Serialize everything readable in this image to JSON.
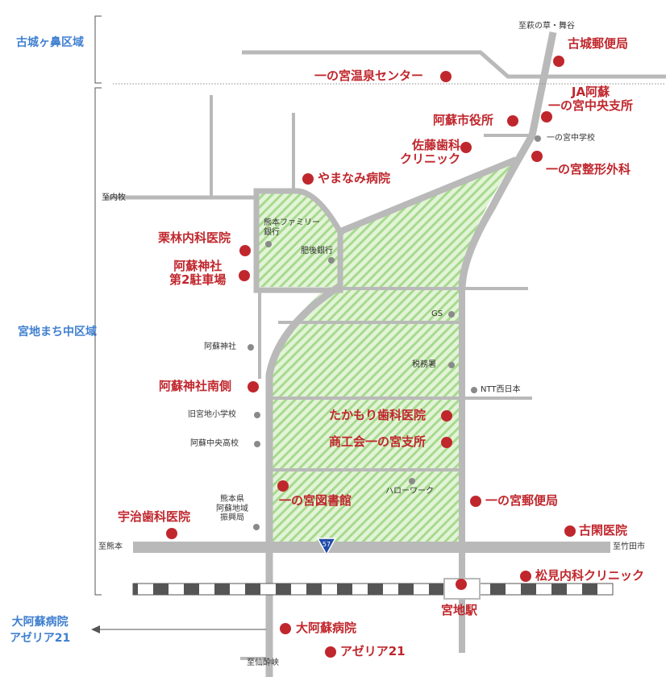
{
  "colors": {
    "road": "#b9b9b9",
    "zone_fill": "#e2f4d6",
    "zone_hatch": "#a8d990",
    "red_marker": "#c0272d",
    "gray_marker": "#8a8a8a",
    "area_label": "#3f7fd0",
    "route_badge": "#1f4ba8"
  },
  "areas": {
    "furujo": "古城ヶ鼻区域",
    "miyaji": "宮地まち中区域",
    "outside": "大阿蘇病院\nアゼリア21"
  },
  "roads": {
    "to_hagi": "至萩の草・舞谷",
    "to_uchimaki": "至内牧",
    "to_kumamoto": "至熊本",
    "to_taketa": "至竹田市",
    "to_sensui": "至仙酔峡",
    "route_number": "57"
  },
  "facilities_red": {
    "furujo_post": "古城郵便局",
    "ichinomiya_onsen": "一の宮温泉センター",
    "ja_aso": "JA阿蘇\n一の宮中央支所",
    "aso_city_hall": "阿蘇市役所",
    "sato_dental": "佐藤歯科\nクリニック",
    "ichinomiya_seikei": "一の宮整形外科",
    "yamanami": "やまなみ病院",
    "kuribayashi": "栗林内科医院",
    "aso_shrine_parking": "阿蘇神社\n第2駐車場",
    "aso_shrine_south": "阿蘇神社南側",
    "takamori_dental": "たかもり歯科医院",
    "shokokai": "商工会一の宮支所",
    "library": "一の宮図書館",
    "ichinomiya_post": "一の宮郵便局",
    "uji_dental": "宇治歯科医院",
    "koga_clinic": "古閑医院",
    "matsumi": "松見内科クリニック",
    "miyaji_station": "宮地駅",
    "oaso_hospital": "大阿蘇病院",
    "azeria": "アゼリア21"
  },
  "facilities_gray": {
    "ichinomiya_jhs": "一の宮中学校",
    "family_bank": "熊本ファミリー\n銀行",
    "higo_bank": "肥後銀行",
    "gs": "GS",
    "aso_shrine": "阿蘇神社",
    "tax_office": "税務署",
    "ntt": "NTT西日本",
    "old_school": "旧宮地小学校",
    "aso_chuo_hs": "阿蘇中央高校",
    "hello_work": "ハローワーク",
    "prefecture_office": "熊本県\n阿蘇地域\n振興局"
  }
}
